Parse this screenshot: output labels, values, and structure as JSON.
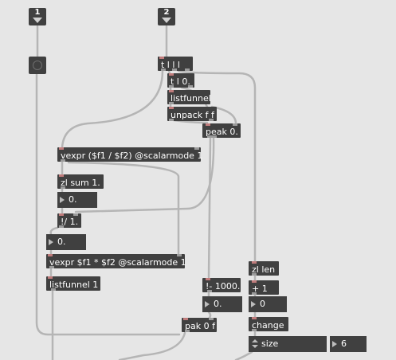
{
  "inlets": [
    {
      "number": "1"
    },
    {
      "number": "2"
    }
  ],
  "objects": {
    "trigger": "t l l l",
    "trigger_li": "t l 0.",
    "listfunnel_top": "listfunnel",
    "unpack": "unpack f f",
    "peak": "peak 0.",
    "vexpr_div": "vexpr ($f1 / $f2) @scalarmode 1",
    "zl_sum": "zl sum 1.",
    "rdiv": "!/ 1.",
    "vexpr_mul": "vexpr $f1 * $f2 @scalarmode 1",
    "listfunnel_bottom": "listfunnel 1",
    "rsub": "!- 1000.",
    "zl_len": "zl len",
    "plus": "+ 1",
    "change": "change",
    "pak": "pak 0 f"
  },
  "numbers": {
    "sum_out": "0.",
    "mid": "0.",
    "rsub_out": "0.",
    "len_out": "0",
    "size_val": "6"
  },
  "attrui": {
    "label": "size"
  },
  "colors": {
    "background": "#e6e6e6",
    "object": "#404040",
    "cord": "#b5b5b5",
    "text": "#ffffff"
  }
}
